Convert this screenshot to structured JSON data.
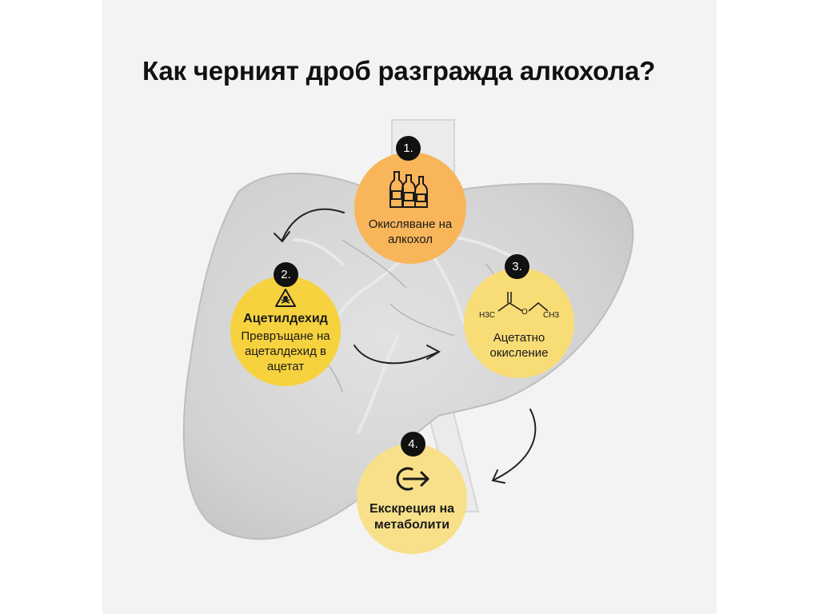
{
  "title": "Как черният дроб разгражда алкохола?",
  "steps": [
    {
      "number": "1.",
      "label_line1": "Окисляване на",
      "label_line2": "алкохол",
      "icon": "bottles-icon",
      "color": "#f8b55a"
    },
    {
      "number": "2.",
      "heading": "Ацетилдехид",
      "label_line1": "Превръщане на",
      "label_line2": "ацеталдехид в",
      "label_line3": "ацетат",
      "icon": "toxic-warning-icon",
      "color": "#f6d23e"
    },
    {
      "number": "3.",
      "label_line1": "Ацетатно",
      "label_line2": "окисление",
      "icon": "ethyl-acetate-structure-icon",
      "formula_left": "H3C",
      "formula_o": "O",
      "formula_right": "CH3",
      "color": "#f8dc76"
    },
    {
      "number": "4.",
      "label_line1": "Екскреция на",
      "label_line2": "метаболити",
      "icon": "exit-arrow-icon",
      "color": "#f8e08a"
    }
  ]
}
